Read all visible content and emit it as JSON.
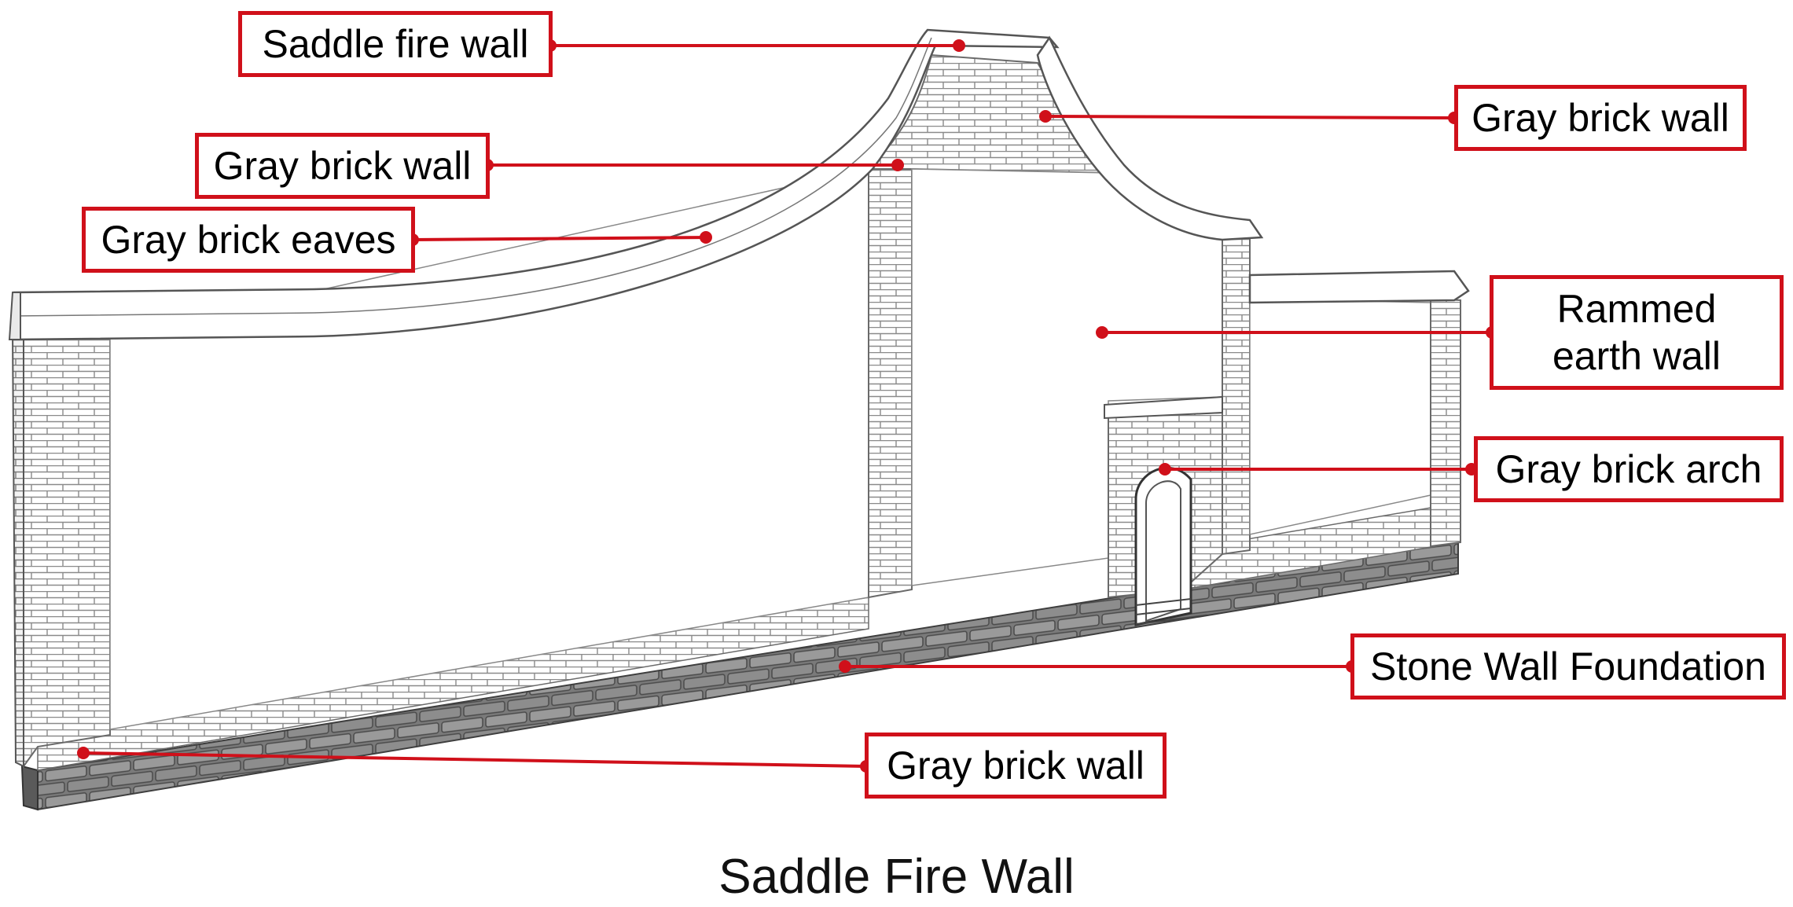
{
  "caption": "Saddle Fire Wall",
  "colors": {
    "leader": "#d0101a",
    "brick": "#8a8a8a",
    "stone": "#6f6f6f",
    "plaster": "#ffffff"
  },
  "labels": {
    "saddle_fire_wall": "Saddle fire wall",
    "gray_brick_wall_top_right": "Gray brick wall",
    "gray_brick_wall_left": "Gray brick wall",
    "gray_brick_eaves": "Gray brick eaves",
    "rammed_earth_wall": "Rammed earth wall",
    "gray_brick_arch": "Gray brick arch",
    "stone_wall_foundation": "Stone Wall Foundation",
    "gray_brick_wall_bottom": "Gray brick wall"
  }
}
